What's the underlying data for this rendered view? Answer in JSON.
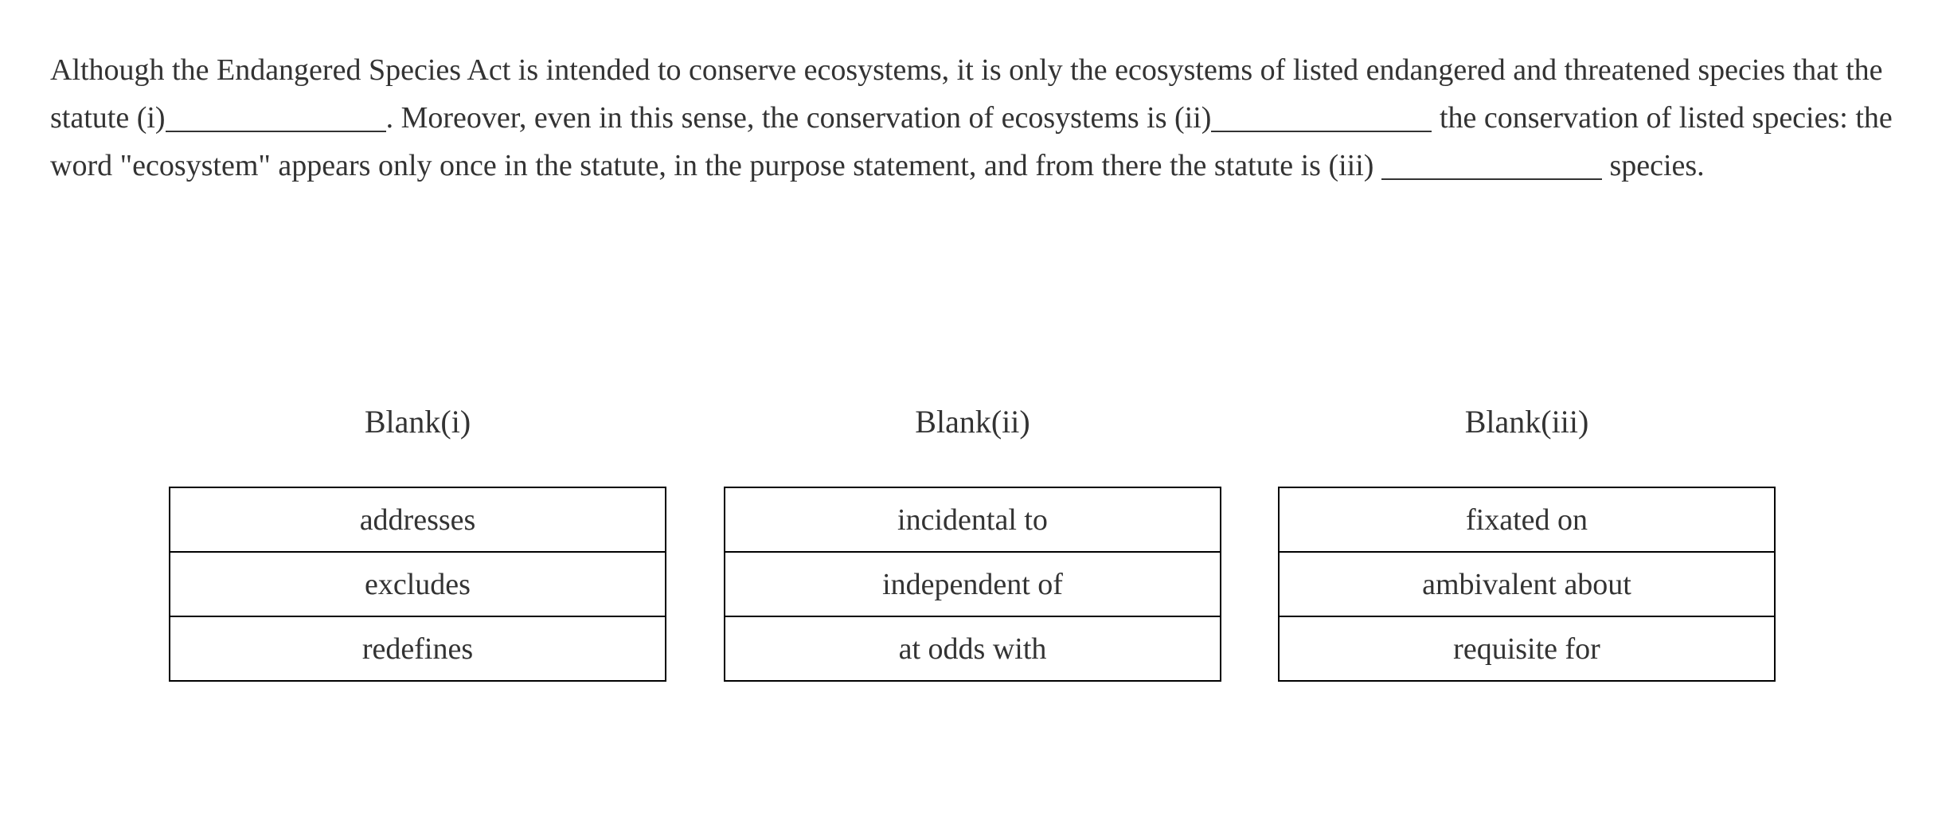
{
  "passage": {
    "line_text_1": "Although the Endangered Species Act is intended to conserve ecosystems, it is only the ecosystems of listed endangered and threatened species that the statute (i)",
    "line_text_2": ". Moreover, even in this sense, the conservation of ecosystems is (ii)",
    "line_text_3": " the conservation of listed species: the word \"ecosystem\" appears only once in the statute, in the purpose statement, and from there the statute is (iii) ",
    "line_text_4": " species."
  },
  "blanks": [
    {
      "header": "Blank(i)",
      "options": [
        "addresses",
        "excludes",
        "redefines"
      ]
    },
    {
      "header": "Blank(ii)",
      "options": [
        "incidental to",
        "independent of",
        "at odds with"
      ]
    },
    {
      "header": "Blank(iii)",
      "options": [
        "fixated on",
        "ambivalent about",
        "requisite for"
      ]
    }
  ],
  "colors": {
    "text": "#333333",
    "border": "#000000",
    "background": "#ffffff"
  }
}
